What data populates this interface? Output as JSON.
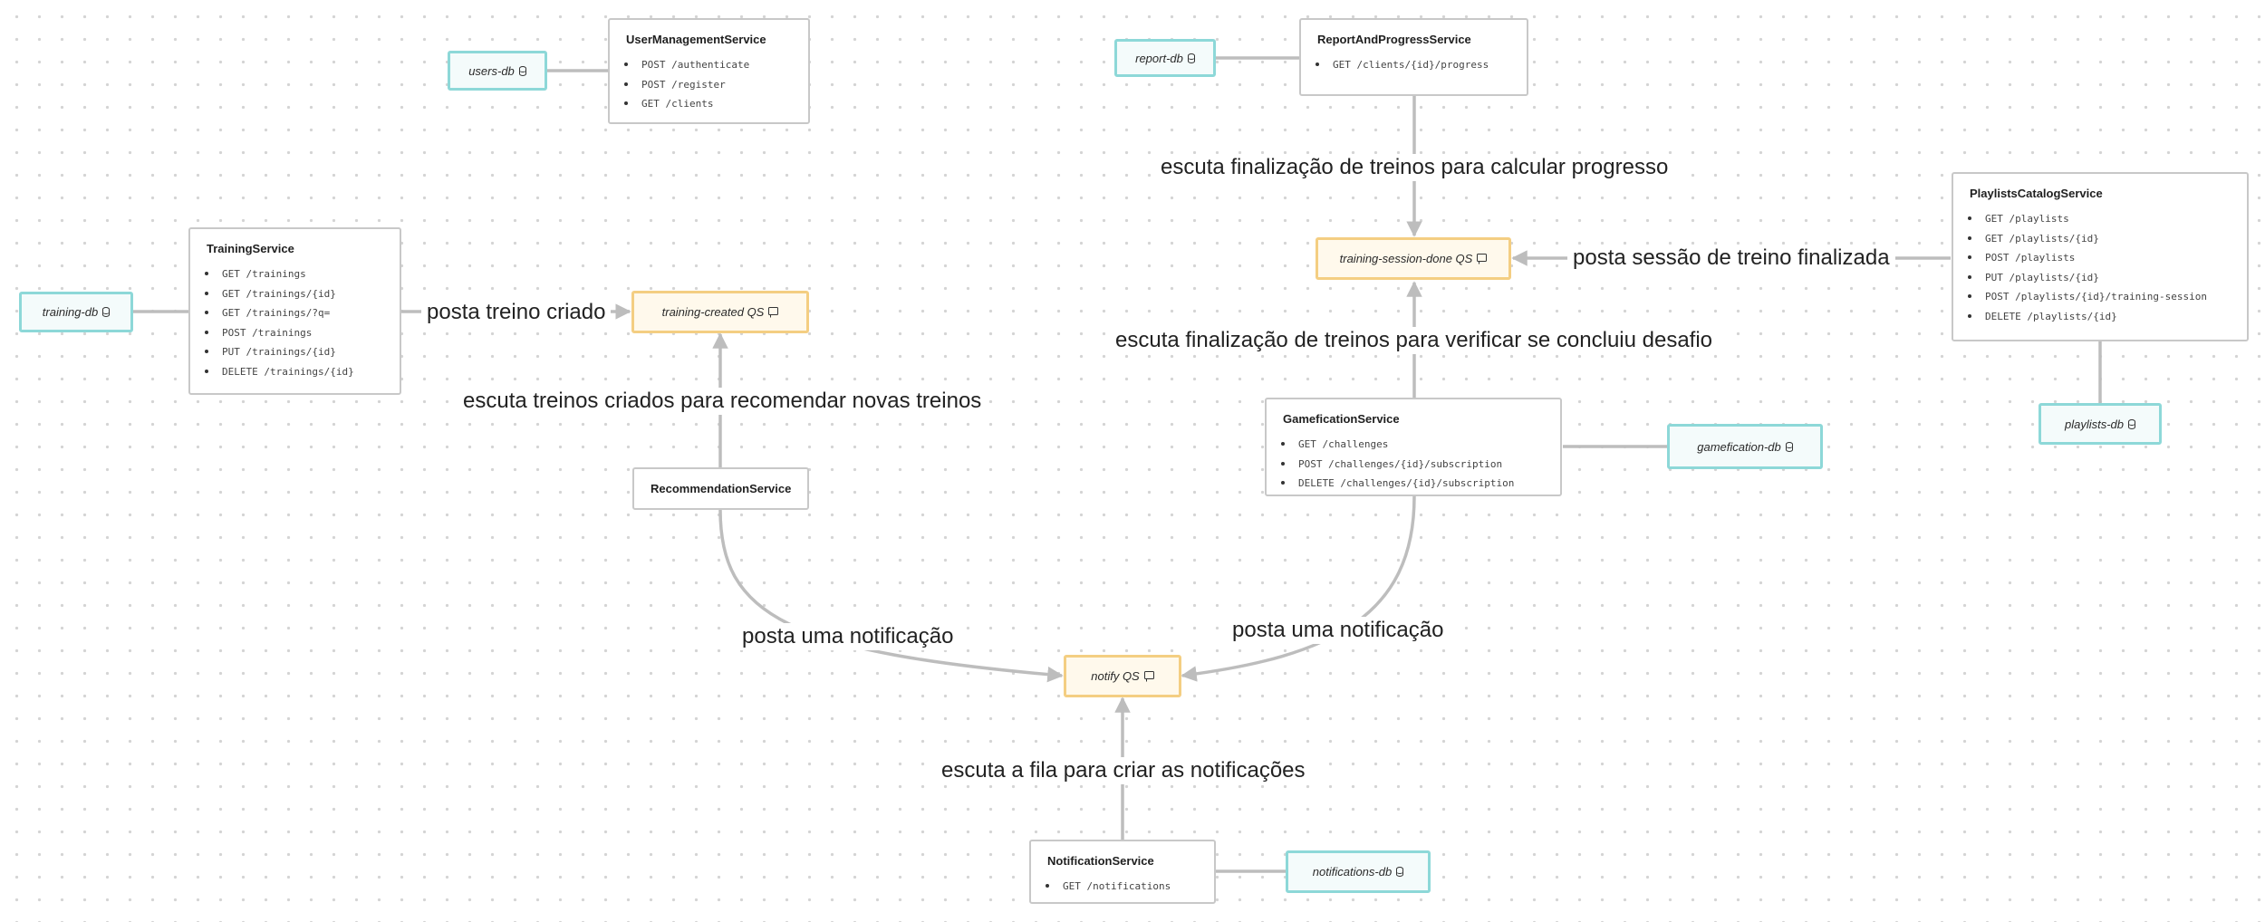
{
  "services": {
    "user_management": {
      "name": "UserManagementService",
      "endpoints": [
        "POST /authenticate",
        "POST /register",
        "GET /clients"
      ]
    },
    "report_progress": {
      "name": "ReportAndProgressService",
      "endpoints": [
        "GET /clients/{id}/progress"
      ]
    },
    "playlists_catalog": {
      "name": "PlaylistsCatalogService",
      "endpoints": [
        "GET /playlists",
        "GET /playlists/{id}",
        "POST /playlists",
        "PUT /playlists/{id}",
        "POST /playlists/{id}/training-session",
        "DELETE /playlists/{id}"
      ]
    },
    "training": {
      "name": "TrainingService",
      "endpoints": [
        "GET /trainings",
        "GET /trainings/{id}",
        "GET /trainings/?q=",
        "POST /trainings",
        "PUT /trainings/{id}",
        "DELETE /trainings/{id}"
      ]
    },
    "gamefication": {
      "name": "GameficationService",
      "endpoints": [
        "GET /challenges",
        "POST /challenges/{id}/subscription",
        "DELETE /challenges/{id}/subscription"
      ]
    },
    "recommendation": {
      "name": "RecommendationService",
      "endpoints": []
    },
    "notification": {
      "name": "NotificationService",
      "endpoints": [
        "GET /notifications"
      ]
    }
  },
  "databases": {
    "users_db": "users-db",
    "report_db": "report-db",
    "training_db": "training-db",
    "gamefication_db": "gamefication-db",
    "playlists_db": "playlists-db",
    "notifications_db": "notifications-db"
  },
  "queues": {
    "training_session_done": "training-session-done QS",
    "training_created": "training-created QS",
    "notify": "notify QS"
  },
  "edge_labels": {
    "report_listens": "escuta finalização de treinos para calcular progresso",
    "playlist_posts": "posta sessão de treino finalizada",
    "training_posts": "posta treino criado",
    "gamefication_listens": "escuta finalização de treinos para verificar se concluiu desafio",
    "recommendation_listens": "escuta treinos criados para recomendar novas treinos",
    "recommendation_notifies": "posta uma notificação",
    "gamefication_notifies": "posta uma notificação",
    "notification_listens": "escuta a fila para criar as notificações"
  },
  "colors": {
    "edge": "#bdbdbd",
    "service_border": "#c8c8c8",
    "db_border": "#8dd8d8",
    "queue_border": "#f4ce82"
  }
}
